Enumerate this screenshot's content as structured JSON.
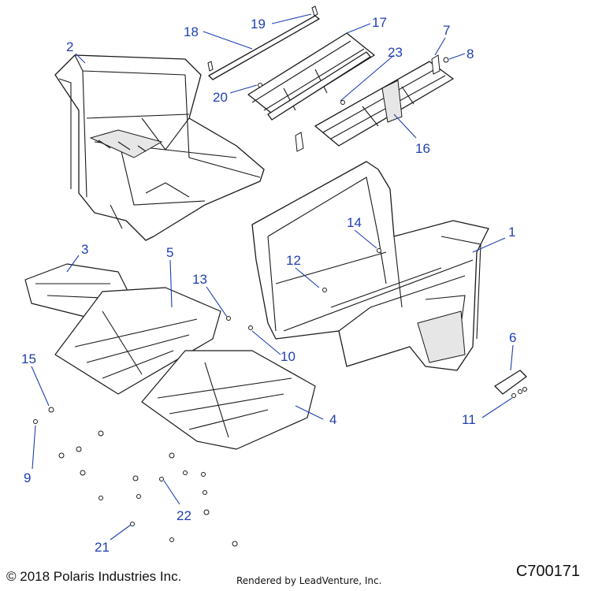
{
  "callouts": {
    "c1": "1",
    "c2": "2",
    "c3": "3",
    "c4": "4",
    "c5": "5",
    "c6": "6",
    "c7": "7",
    "c8": "8",
    "c9": "9",
    "c10": "10",
    "c11": "11",
    "c12": "12",
    "c13": "13",
    "c14": "14",
    "c15": "15",
    "c16": "16",
    "c17": "17",
    "c18": "18",
    "c19": "19",
    "c20": "20",
    "c21": "21",
    "c22": "22",
    "c23": "23"
  },
  "footer": {
    "copyright": "© 2018 Polaris Industries Inc.",
    "rendered_by": "Rendered by LeadVenture, Inc.",
    "part_code": "C700171"
  },
  "colors": {
    "callout": "#1f3fb0",
    "line_art": "#1a1a1a"
  }
}
